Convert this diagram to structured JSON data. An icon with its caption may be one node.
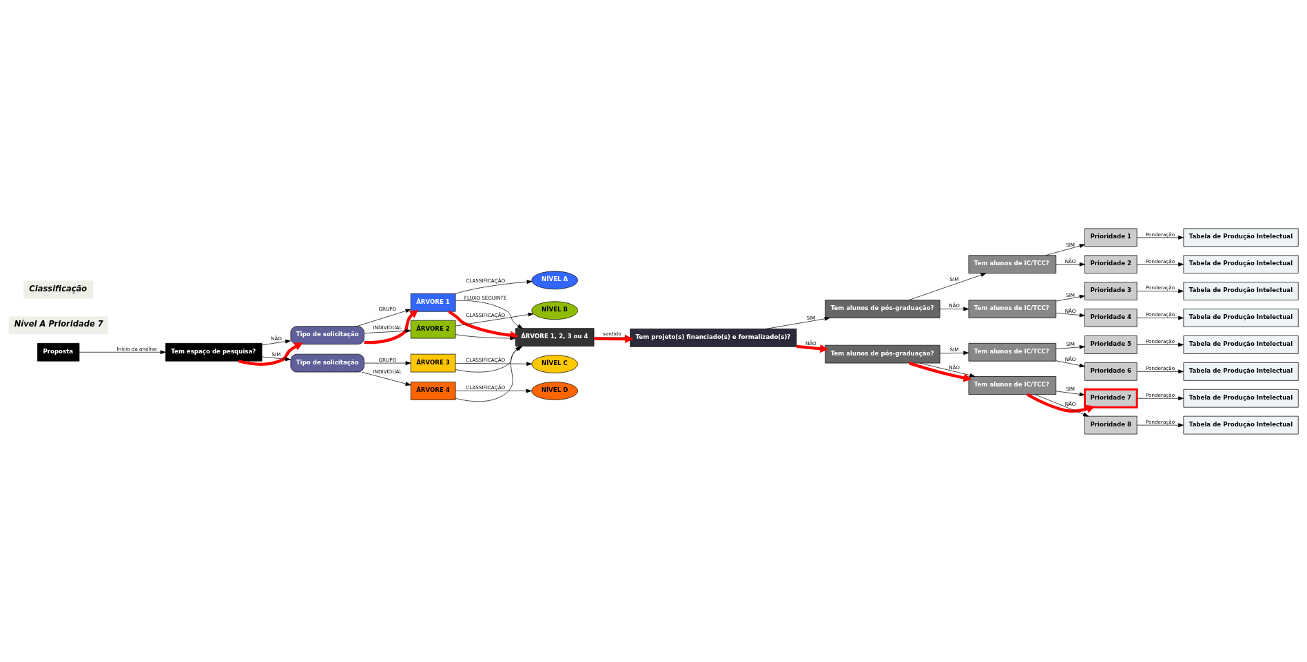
{
  "diagram": {
    "nodes": [
      {
        "text": [
          "Proposta"
        ]
      },
      {
        "text": [
          "Tem espaço de pesquisa?"
        ]
      },
      {
        "text": [
          "Tipo de solicitação"
        ]
      },
      {
        "text": [
          "Tipo de solicitação"
        ]
      },
      {
        "text": [
          "ÁRVORE 1"
        ]
      },
      {
        "text": [
          "NÍVEL A"
        ]
      },
      {
        "text": [
          "ÁRVORE 2"
        ]
      },
      {
        "text": [
          "NÍVEL B"
        ]
      },
      {
        "text": [
          "ÁRVORE 3"
        ]
      },
      {
        "text": [
          "NÍVEL C"
        ]
      },
      {
        "text": [
          "ÁRVORE 4"
        ]
      },
      {
        "text": [
          "NÍVEL D"
        ]
      },
      {
        "text": [
          "ÁRVORE 1, 2, 3 ou 4"
        ]
      },
      {
        "text": [
          "Tem projeto(s) financiado(s) e formalizado(s)?"
        ]
      },
      {
        "text": [
          "Tem alunos de pós-graduação?"
        ]
      },
      {
        "text": [
          "Tem alunos de IC/TCC?"
        ]
      },
      {
        "text": [
          "Tem alunos de IC/TCC?"
        ]
      },
      {
        "text": [
          "Tem alunos de pós-graduação?"
        ]
      },
      {
        "text": [
          "Tem alunos de IC/TCC?"
        ]
      },
      {
        "text": [
          "Tem alunos de IC/TCC?"
        ]
      },
      {
        "text": [
          "Prioridade 1"
        ]
      },
      {
        "text": [
          "Prioridade 2"
        ]
      },
      {
        "text": [
          "Prioridade 3"
        ]
      },
      {
        "text": [
          "Prioridade 4"
        ]
      },
      {
        "text": [
          "Prioridade 5"
        ]
      },
      {
        "text": [
          "Prioridade 6"
        ]
      },
      {
        "text": [
          "Prioridade 7"
        ]
      },
      {
        "text": [
          "Prioridade 8"
        ]
      },
      {
        "text": [
          "Tabela de Produção Intelectual"
        ]
      },
      {
        "text": [
          "Tabela de Produção Intelectual"
        ]
      },
      {
        "text": [
          "Tabela de Produção Intelectual"
        ]
      },
      {
        "text": [
          "Tabela de Produção Intelectual"
        ]
      },
      {
        "text": [
          "Tabela de Produção Intelectual"
        ]
      },
      {
        "text": [
          "Tabela de Produção Intelectual"
        ]
      },
      {
        "text": [
          "Tabela de Produção Intelectual"
        ]
      },
      {
        "text": [
          "Tabela de Produção Intelectual"
        ]
      }
    ],
    "edges": [
      {
        "from": 0,
        "to": 1,
        "label": "Início da análise",
        "arrow": "to"
      },
      {
        "from": 1,
        "to": 2,
        "label": "NÃO",
        "arrow": "to"
      },
      {
        "from": 1,
        "to": 3,
        "label": "SIM",
        "arrow": "to"
      },
      {
        "from": 2,
        "to": 4,
        "label": "GRUPO",
        "arrow": "to"
      },
      {
        "from": 2,
        "to": 6,
        "label": "INDIVIDUAL",
        "arrow": "to"
      },
      {
        "from": 3,
        "to": 8,
        "label": "GRUPO",
        "arrow": "to"
      },
      {
        "from": 3,
        "to": 10,
        "label": "INDIVIDUAL",
        "arrow": "to"
      },
      {
        "from": 4,
        "to": 5,
        "label": "CLASSIFICAÇÃO",
        "arrow": "to"
      },
      {
        "from": 6,
        "to": 7,
        "label": "CLASSIFICAÇÃO",
        "arrow": "to"
      },
      {
        "from": 8,
        "to": 9,
        "label": "CLASSIFICAÇÃO",
        "arrow": "to"
      },
      {
        "from": 10,
        "to": 11,
        "label": "CLASSIFICAÇÃO",
        "arrow": "to"
      },
      {
        "from": 4,
        "to": 12,
        "label": "FLUXO SEGUINTE",
        "arrow": "to"
      },
      {
        "from": 6,
        "to": 12,
        "arrow": "to"
      },
      {
        "from": 8,
        "to": 12,
        "arrow": "to"
      },
      {
        "from": 10,
        "to": 12,
        "arrow": "to"
      },
      {
        "from": 12,
        "to": 13,
        "label": "sentido",
        "arrow": "to"
      },
      {
        "from": 13,
        "to": 14,
        "label": "SIM",
        "arrow": "to"
      },
      {
        "from": 13,
        "to": 17,
        "label": "NÃO",
        "arrow": "to"
      },
      {
        "from": 14,
        "to": 15,
        "label": "SIM",
        "arrow": "to"
      },
      {
        "from": 14,
        "to": 16,
        "label": "NÃO",
        "arrow": "to"
      },
      {
        "from": 17,
        "to": 18,
        "label": "SIM",
        "arrow": "to"
      },
      {
        "from": 17,
        "to": 19,
        "label": "NÃO",
        "arrow": "to"
      },
      {
        "from": 15,
        "to": 20,
        "label": "SIM",
        "arrow": "to"
      },
      {
        "from": 15,
        "to": 21,
        "label": "NÃO",
        "arrow": "to"
      },
      {
        "from": 16,
        "to": 22,
        "label": "SIM",
        "arrow": "to"
      },
      {
        "from": 16,
        "to": 23,
        "label": "NÃO",
        "arrow": "to"
      },
      {
        "from": 18,
        "to": 24,
        "label": "SIM",
        "arrow": "to"
      },
      {
        "from": 18,
        "to": 25,
        "label": "NÃO",
        "arrow": "to"
      },
      {
        "from": 19,
        "to": 26,
        "label": "SIM",
        "arrow": "to"
      },
      {
        "from": 19,
        "to": 27,
        "label": "NÃO",
        "arrow": "to"
      },
      {
        "from": 20,
        "to": 28,
        "label": "Ponderação",
        "arrow": "to"
      },
      {
        "from": 21,
        "to": 29,
        "label": "Ponderação",
        "arrow": "to"
      },
      {
        "from": 22,
        "to": 30,
        "label": "Ponderação",
        "arrow": "to"
      },
      {
        "from": 23,
        "to": 31,
        "label": "Ponderação",
        "arrow": "to"
      },
      {
        "from": 24,
        "to": 32,
        "label": "Ponderação",
        "arrow": "to"
      },
      {
        "from": 25,
        "to": 33,
        "label": "Ponderação",
        "arrow": "to"
      },
      {
        "from": 26,
        "to": 34,
        "label": "Ponderação",
        "arrow": "to"
      },
      {
        "from": 27,
        "to": 35,
        "label": "Ponderação",
        "arrow": "to"
      },
      {
        "from": 1,
        "to": 2,
        "arrow": "to",
        "style": "thick",
        "color": "#ff0000"
      },
      {
        "from": 2,
        "to": 4,
        "arrow": "to",
        "style": "thick",
        "color": "#ff0000"
      },
      {
        "from": 4,
        "to": 12,
        "arrow": "to",
        "style": "thick",
        "color": "#ff0000"
      },
      {
        "from": 12,
        "to": 13,
        "arrow": "to",
        "style": "thick",
        "color": "#ff0000"
      },
      {
        "from": 13,
        "to": 17,
        "arrow": "to",
        "style": "thick",
        "color": "#ff0000"
      },
      {
        "from": 17,
        "to": 19,
        "arrow": "to",
        "style": "thick",
        "color": "#ff0000"
      },
      {
        "from": 19,
        "to": 26,
        "arrow": "to",
        "style": "thick",
        "color": "#ff0000"
      }
    ],
    "labels": [
      "Classificação",
      "Nível A Prioridade 7"
    ]
  }
}
